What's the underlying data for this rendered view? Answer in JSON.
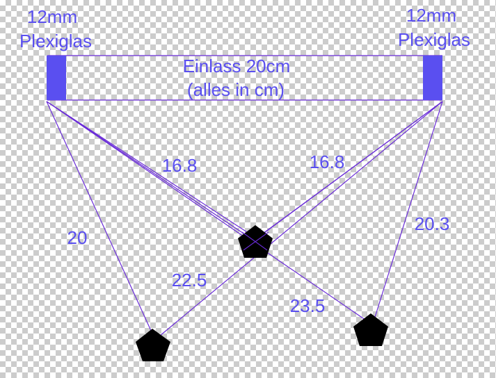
{
  "colors": {
    "text": "#5a4ff0",
    "line": "#6a2cd8",
    "plexiglas_fill": "#5a4ff0",
    "speaker_fill": "#000000"
  },
  "labels": {
    "left_plexiglas_line1": "12mm",
    "left_plexiglas_line2": "Plexiglas",
    "right_plexiglas_line1": "12mm",
    "right_plexiglas_line2": "Plexiglas",
    "inlet_line1": "Einlass 20cm",
    "inlet_line2": "(alles in cm)"
  },
  "distances": {
    "left_to_left_speaker": "20",
    "left_to_center_speaker": "16.8",
    "right_to_center_speaker": "16.8",
    "right_to_right_speaker": "20.3",
    "center_to_left_speaker": "22.5",
    "center_to_right_speaker": "23.5"
  },
  "icons": {
    "plexiglas": "rectangle-block",
    "speaker": "pentagon"
  }
}
